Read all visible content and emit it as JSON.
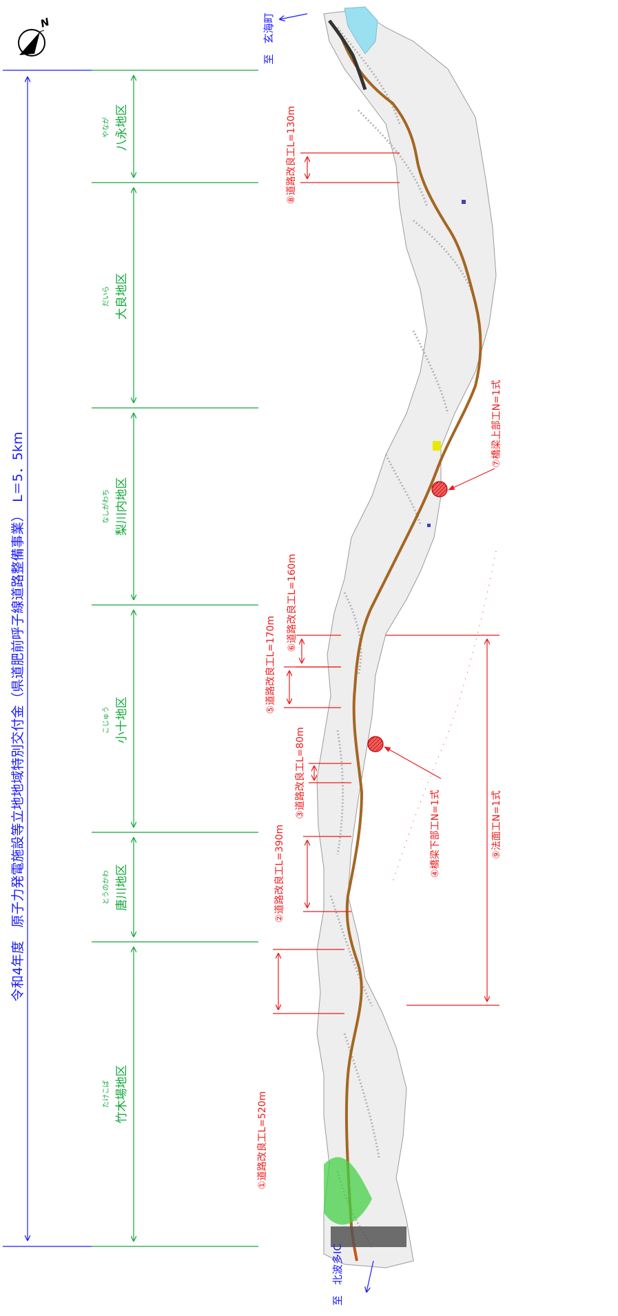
{
  "title": "令和4年度　原子力発電施設等立地地域特別交付金（県道肥前呼子線道路整備事業）　L＝5．5km",
  "north_label": "N",
  "colors": {
    "blue": "#1a1aff",
    "green": "#12a83a",
    "red": "#ee1c1c",
    "terrain": "#7a7a7a",
    "road": "#c8541e"
  },
  "destinations": {
    "top": "至　玄海町",
    "bottom": "至　北波多IC"
  },
  "districts": [
    {
      "name": "八永地区",
      "ruby": "やなが"
    },
    {
      "name": "大良地区",
      "ruby": "だいら"
    },
    {
      "name": "梨川内地区",
      "ruby": "なしがわち"
    },
    {
      "name": "小十地区",
      "ruby": "こじゅう"
    },
    {
      "name": "唐川地区",
      "ruby": "とうのかわ"
    },
    {
      "name": "竹木場地区",
      "ruby": "たけこば"
    }
  ],
  "works": [
    {
      "id": "w1",
      "label": "①道路改良工L=520m"
    },
    {
      "id": "w2",
      "label": "②道路改良工L=390m"
    },
    {
      "id": "w3",
      "label": "③道路改良工L=80m"
    },
    {
      "id": "w4",
      "label": "④橋梁下部工N=1式"
    },
    {
      "id": "w5",
      "label": "⑤道路改良工L=170m"
    },
    {
      "id": "w6",
      "label": "⑥道路改良工L=160m"
    },
    {
      "id": "w7",
      "label": "⑦橋梁上部工N=1式"
    },
    {
      "id": "w8",
      "label": "⑧道路改良工L=130m"
    },
    {
      "id": "w9",
      "label": "⑨法面工N=1式"
    }
  ]
}
